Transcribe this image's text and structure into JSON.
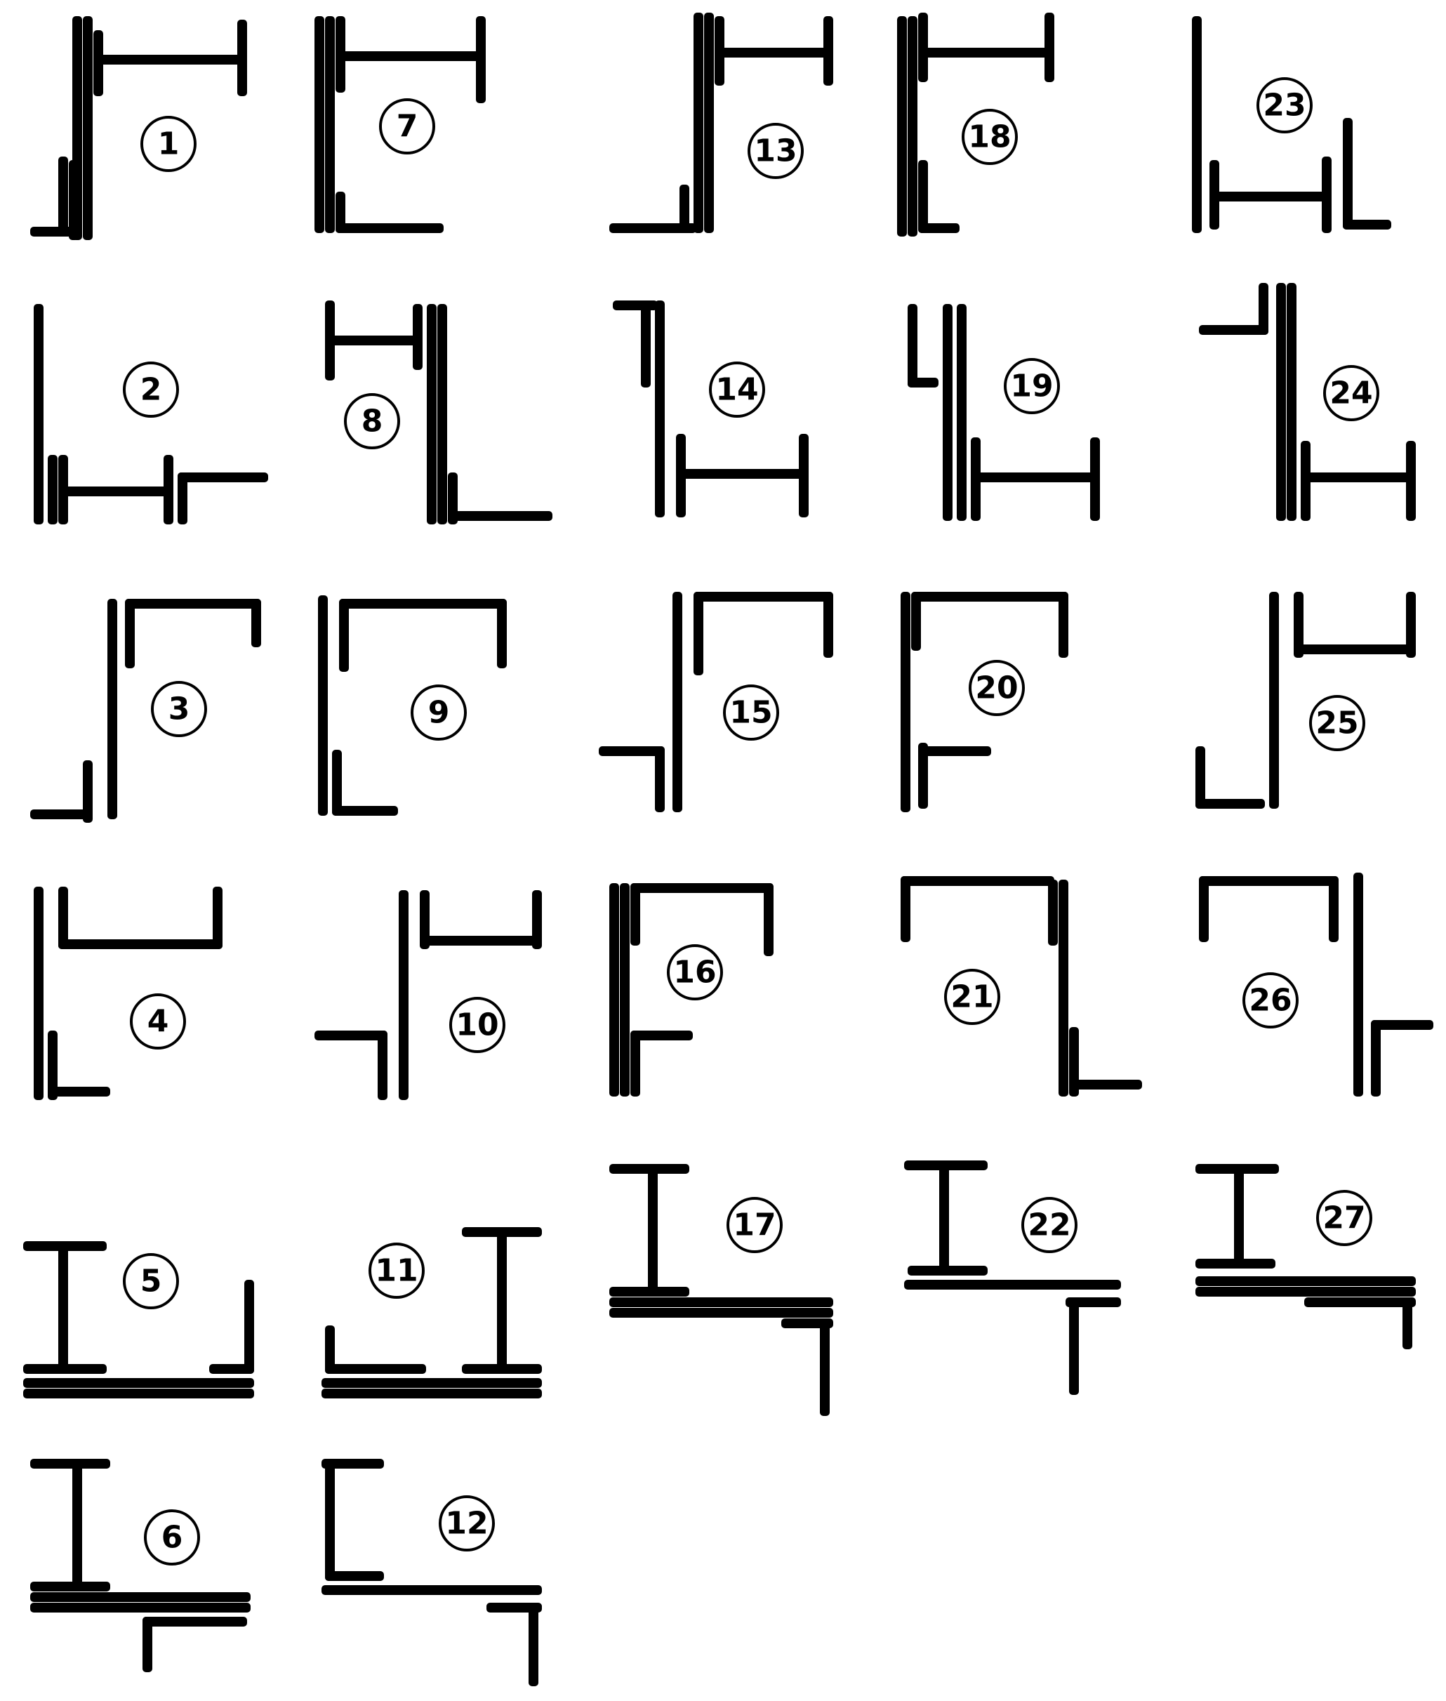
{
  "sheet": {
    "description_labels": [
      "1",
      "2",
      "3",
      "4",
      "5",
      "6",
      "7",
      "8",
      "9",
      "10",
      "11",
      "12",
      "13",
      "14",
      "15",
      "16",
      "17",
      "18",
      "19",
      "20",
      "21",
      "22",
      "23",
      "24",
      "25",
      "26",
      "27"
    ],
    "ink_color": "#000000",
    "background_color": "#ffffff"
  },
  "figures": [
    {
      "id": "1",
      "label": "1"
    },
    {
      "id": "2",
      "label": "2"
    },
    {
      "id": "3",
      "label": "3"
    },
    {
      "id": "4",
      "label": "4"
    },
    {
      "id": "5",
      "label": "5"
    },
    {
      "id": "6",
      "label": "6"
    },
    {
      "id": "7",
      "label": "7"
    },
    {
      "id": "8",
      "label": "8"
    },
    {
      "id": "9",
      "label": "9"
    },
    {
      "id": "10",
      "label": "10"
    },
    {
      "id": "11",
      "label": "11"
    },
    {
      "id": "12",
      "label": "12"
    },
    {
      "id": "13",
      "label": "13"
    },
    {
      "id": "14",
      "label": "14"
    },
    {
      "id": "15",
      "label": "15"
    },
    {
      "id": "16",
      "label": "16"
    },
    {
      "id": "17",
      "label": "17"
    },
    {
      "id": "18",
      "label": "18"
    },
    {
      "id": "19",
      "label": "19"
    },
    {
      "id": "20",
      "label": "20"
    },
    {
      "id": "21",
      "label": "21"
    },
    {
      "id": "22",
      "label": "22"
    },
    {
      "id": "23",
      "label": "23"
    },
    {
      "id": "24",
      "label": "24"
    },
    {
      "id": "25",
      "label": "25"
    },
    {
      "id": "26",
      "label": "26"
    },
    {
      "id": "27",
      "label": "27"
    }
  ]
}
